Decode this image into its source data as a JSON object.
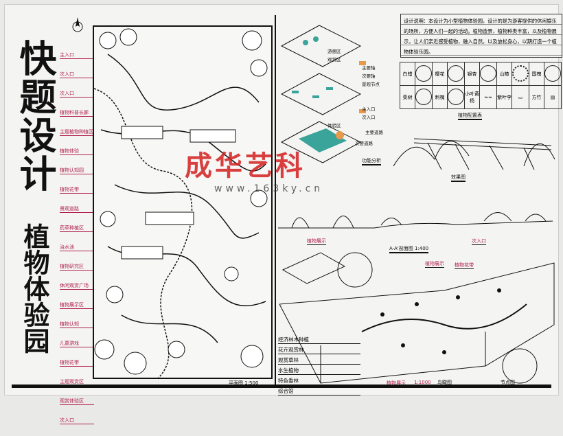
{
  "title": "快题设计",
  "subtitle": "植物体验园",
  "plan": {
    "caption": "平面图 1:500",
    "north": "N"
  },
  "plan_labels": [
    "主入口",
    "次入口",
    "次入口",
    "植物科普长廊",
    "主题植物种植区",
    "植物体验",
    "植物认知园",
    "植物花带",
    "景观道路",
    "药草种植区",
    "治水池",
    "植物研究区",
    "休闲观赏广场",
    "植物展示区",
    "植物认知",
    "儿童游戏",
    "植物花带",
    "主题观赏区",
    "观赏体验区",
    "次入口"
  ],
  "description": "设计说明：本设计为小型植物体验园，设计的是为游客提供的休闲娱乐的场所，方便人们一起的活动。植物造景，植物种类丰富，以及植物展示，让人们亲近感受植物，融入自然，以及放松身心，以期打造一个植物体验乐园。",
  "plant_table": [
    [
      "白蜡",
      "樱花",
      "银杏",
      "山楂",
      "国槐"
    ],
    [
      "栾树",
      "刺槐",
      "小叶黄杨",
      "紫叶李",
      "方竹"
    ]
  ],
  "function_analysis": {
    "caption": "功能分析",
    "labels": [
      "主要轴",
      "次要轴",
      "景观节点",
      "主入口",
      "次入口",
      "主要道路",
      "次要道路",
      "游憩区",
      "观赏区",
      "体验区"
    ]
  },
  "sections": {
    "config": "植物配置表",
    "effect": "效果图",
    "section": "A-A'剖面图 1:400",
    "node": "节点图",
    "aerial": "鸟瞰图",
    "scale": "1:1000",
    "plant_display": "植物展示",
    "flower": "植物花带",
    "entrance": "次入口"
  },
  "aerial_legend": [
    "经济林木种植",
    "花卉观赏林",
    "观赏草林",
    "水生植物",
    "特色香林",
    "综合馆"
  ],
  "watermark": {
    "brand": "成华艺科",
    "url": "www.163ky.cn"
  },
  "colors": {
    "accent": "#b0204a",
    "ink": "#111111",
    "teal": "#3aa39a",
    "orange": "#e79a4c"
  }
}
